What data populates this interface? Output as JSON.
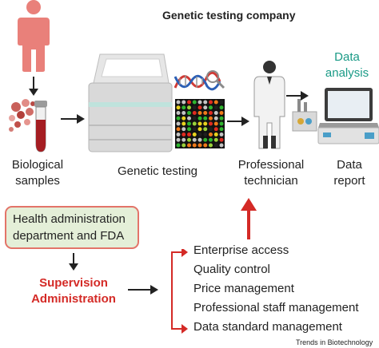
{
  "title": "Genetic testing company",
  "labels": {
    "biological_samples": [
      "Biological",
      "samples"
    ],
    "genetic_testing": "Genetic testing",
    "professional_technician": [
      "Professional",
      "technician"
    ],
    "data_report": [
      "Data",
      "report"
    ],
    "data_analysis": [
      "Data",
      "analysis"
    ]
  },
  "health_box": [
    "Health administration",
    "department and FDA"
  ],
  "supervision": [
    "Supervision",
    "Administration"
  ],
  "supervision_items": [
    "Enterprise access",
    "Quality control",
    "Price management",
    "Professional staff management",
    "Data standard management"
  ],
  "colors": {
    "accent_red": "#d42a26",
    "teal": "#1a9a86",
    "box_border": "#e37469",
    "box_fill": "#e4efd8",
    "person": "#e9807a"
  },
  "brand": "Trends in Biotechnology"
}
